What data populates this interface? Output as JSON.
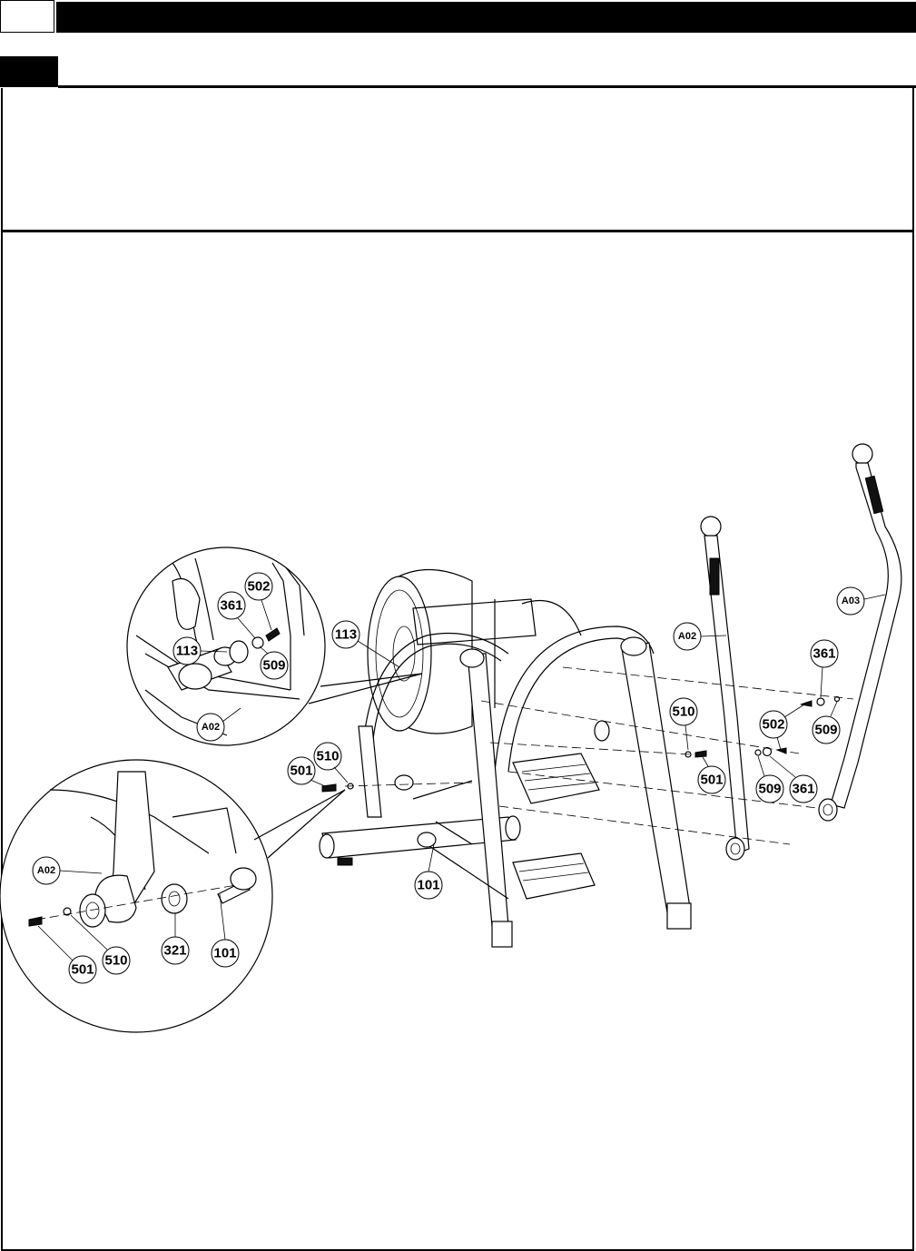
{
  "part_labels": {
    "p113_main": "113",
    "p101_main": "101",
    "p501_main": "501",
    "p510_main": "510",
    "pA02_main": "A02",
    "pA03_main": "A03",
    "p361_right_top": "361",
    "p502_right": "502",
    "p509_right_top": "509",
    "p510_right": "510",
    "p501_right": "501",
    "p509_right_bottom": "509",
    "p361_right_bottom": "361",
    "d1_502": "502",
    "d1_361": "361",
    "d1_113": "113",
    "d1_509": "509",
    "d1_A02": "A02",
    "d2_A02": "A02",
    "d2_501": "501",
    "d2_510": "510",
    "d2_321": "321",
    "d2_101": "101"
  }
}
